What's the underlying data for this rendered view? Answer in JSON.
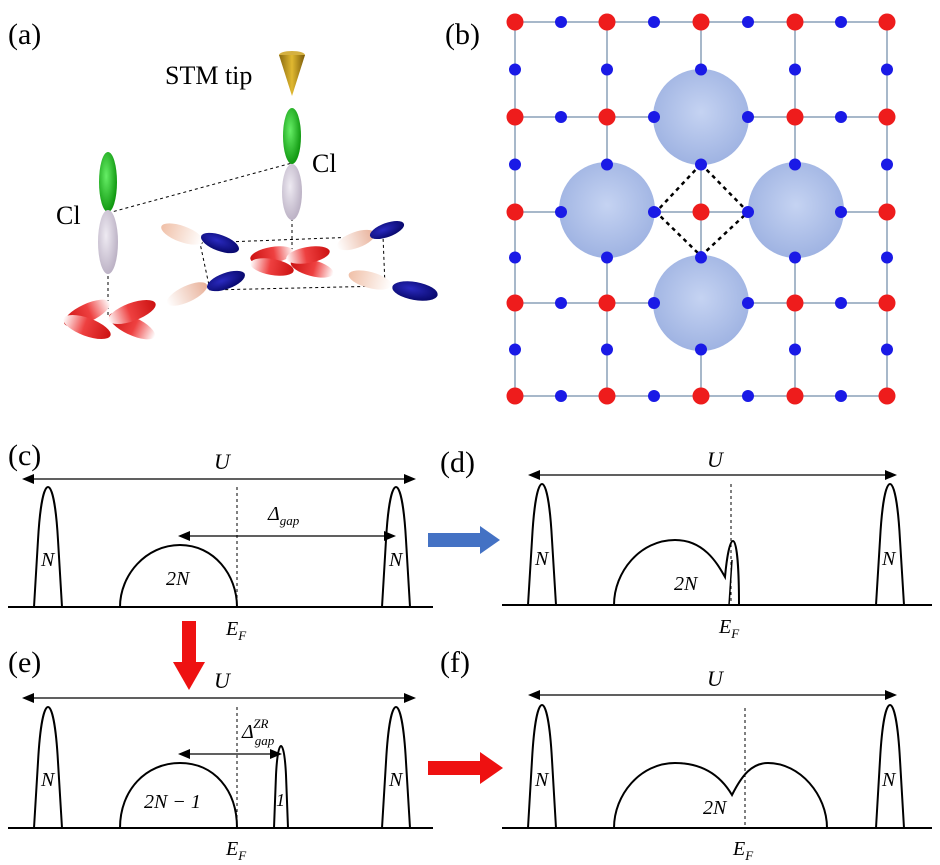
{
  "panels": {
    "a": {
      "label": "(a)",
      "tip_label": "STM tip",
      "cl_left": "Cl",
      "cl_right": "Cl"
    },
    "b": {
      "label": "(b)"
    },
    "c": {
      "label": "(c)",
      "u": "U",
      "gap": "Δgap",
      "n_left": "N",
      "n_right": "N",
      "center": "2N",
      "ef": "EF"
    },
    "d": {
      "label": "(d)",
      "u": "U",
      "n_left": "N",
      "n_right": "N",
      "center": "2N",
      "ef": "EF"
    },
    "e": {
      "label": "(e)",
      "u": "U",
      "gap": "ΔZRgap",
      "n_left": "N",
      "n_right": "N",
      "center": "2N − 1",
      "peak": "1",
      "ef": "EF"
    },
    "f": {
      "label": "(f)",
      "u": "U",
      "n_left": "N",
      "n_right": "N",
      "center": "2N",
      "ef": "EF"
    }
  },
  "colors": {
    "red_atom": "#ee1c1c",
    "blue_atom": "#1a1ae6",
    "lattice_line": "#8aa0b8",
    "orbital_blob": "#a9bde8",
    "arrow_blue": "#4472c4",
    "arrow_red": "#ee1111",
    "cl_green": "#22bb22",
    "tip_gold": "#c9a020"
  }
}
